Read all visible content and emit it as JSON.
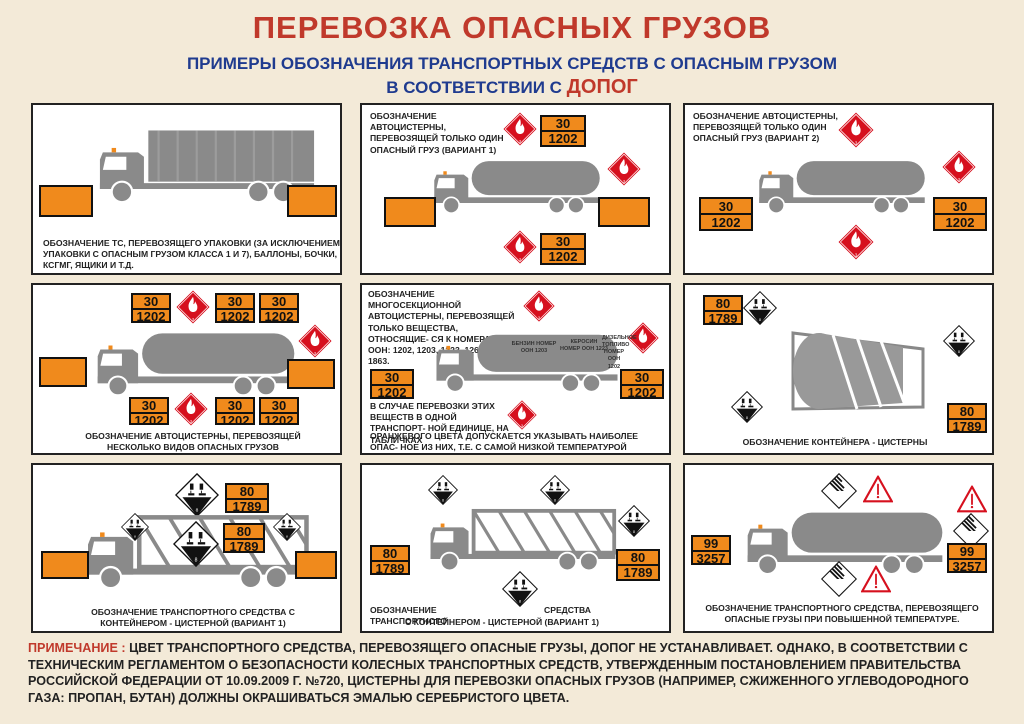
{
  "title": "ПЕРЕВОЗКА ОПАСНЫХ ГРУЗОВ",
  "subtitle_line1": "ПРИМЕРЫ ОБОЗНАЧЕНИЯ ТРАНСПОРТНЫХ СРЕДСТВ С ОПАСНЫМ ГРУЗОМ",
  "subtitle_line2_prefix": "В СООТВЕТСТВИИ С ",
  "subtitle_line2_highlight": "ДОПОГ",
  "colors": {
    "accent_red": "#c0392b",
    "subtitle_blue": "#1f3b8f",
    "plate_orange": "#f08a1c",
    "truck_gray": "#8a8a8a",
    "background": "#f3ead8"
  },
  "panels": {
    "p1": {
      "caption": "ОБОЗНАЧЕНИЕ ТС, ПЕРЕВОЗЯЩЕГО УПАКОВКИ (ЗА ИСКЛЮЧЕНИЕМ УПАКОВКИ С ОПАСНЫМ ГРУЗОМ КЛАССА 1 И 7), БАЛЛОНЫ, БОЧКИ, КСГМГ, ЯЩИКИ И Т.Д."
    },
    "p2": {
      "caption": "ОБОЗНАЧЕНИЕ АВТОЦИСТЕРНЫ, ПЕРЕВОЗЯЩЕЙ ТОЛЬКО ОДИН ОПАСНЫЙ ГРУЗ (ВАРИАНТ 1)"
    },
    "p3": {
      "caption": "ОБОЗНАЧЕНИЕ АВТОЦИСТЕРНЫ, ПЕРЕВОЗЯЩЕЙ ТОЛЬКО ОДИН ОПАСНЫЙ ГРУЗ (ВАРИАНТ 2)"
    },
    "p4": {
      "caption": "ОБОЗНАЧЕНИЕ АВТОЦИСТЕРНЫ, ПЕРЕВОЗЯЩЕЙ НЕСКОЛЬКО ВИДОВ ОПАСНЫХ ГРУЗОВ"
    },
    "p5": {
      "caption_top": "ОБОЗНАЧЕНИЕ МНОГОСЕКЦИОННОЙ АВТОЦИСТЕРНЫ, ПЕРЕВОЗЯЩЕЙ ТОЛЬКО ВЕЩЕСТВА, ОТНОСЯЩИЕ- СЯ К НОМЕРАМ ООН: 1202, 1203, 1223, 1268 ИЛИ 1863.",
      "caption_mid": "В СЛУЧАЕ ПЕРЕВОЗКИ ЭТИХ ВЕЩЕСТВ В ОДНОЙ ТРАНСПОРТ- НОЙ ЕДИНИЦЕ, НА ТАБЛИЧКАХ",
      "caption_bottom": "ОРАНЖЕВОГО ЦВЕТА ДОПУСКАЕТСЯ УКАЗЫВАТЬ НАИБОЛЕЕ ОПАС- НОЕ ИЗ НИХ, Т.Е. С САМОЙ НИЗКОЙ ТЕМПЕРАТУРОЙ ВСПЫШКИ",
      "section1": "Бензин Номер ООН 1203",
      "section2": "Керосин Номер ООН 1223",
      "section3": "Дизельное топливо Номер ООН 1202"
    },
    "p6": {
      "caption": "ОБОЗНАЧЕНИЕ КОНТЕЙНЕРА - ЦИСТЕРНЫ"
    },
    "p7": {
      "caption": "ОБОЗНАЧЕНИЕ ТРАНСПОРТНОГО СРЕДСТВА С КОНТЕЙНЕРОМ - ЦИСТЕРНОЙ (ВАРИАНТ 1)"
    },
    "p8": {
      "caption_left": "ОБОЗНАЧЕНИЕ ТРАНСПОРТНОГО",
      "caption_right": "СРЕДСТВА",
      "caption_line2": "С КОНТЕЙНЕРОМ - ЦИСТЕРНОЙ (ВАРИАНТ 1)"
    },
    "p9": {
      "caption": "ОБОЗНАЧЕНИЕ ТРАНСПОРТНОГО СРЕДСТВА, ПЕРЕВОЗЯЩЕГО ОПАСНЫЕ ГРУЗЫ ПРИ ПОВЫШЕННОЙ ТЕМПЕРАТУРЕ."
    }
  },
  "plates": {
    "flammable": {
      "hazard": "30",
      "un": "1202"
    },
    "corrosive": {
      "hazard": "80",
      "un": "1789"
    },
    "hot": {
      "hazard": "99",
      "un": "3257"
    }
  },
  "placard_class_flammable": "3",
  "placard_class_corrosive": "8",
  "placard_class_misc": "9",
  "note_label": "ПРИМЕЧАНИЕ :",
  "note_text": " ЦВЕТ ТРАНСПОРТНОГО СРЕДСТВА, ПЕРЕВОЗЯЩЕГО ОПАСНЫЕ ГРУЗЫ, ДОПОГ НЕ УСТАНАВЛИВАЕТ. ОДНАКО, В СООТВЕТСТВИИ С ТЕХНИЧЕСКИМ РЕГЛАМЕНТОМ О БЕЗОПАСНОСТИ КОЛЕСНЫХ ТРАНСПОРТНЫХ СРЕДСТВ, УТВЕРЖДЕННЫМ ПОСТАНОВЛЕНИЕМ ПРАВИТЕЛЬСТВА РОССИЙСКОЙ ФЕДЕРАЦИИ ОТ 10.09.2009 Г. №720, ЦИСТЕРНЫ ДЛЯ ПЕРЕВОЗКИ ОПАСНЫХ ГРУЗОВ (НАПРИМЕР, СЖИЖЕННОГО УГЛЕВОДОРОДНОГО ГАЗА: ПРОПАН, БУТАН) ДОЛЖНЫ ОКРАШИВАТЬСЯ ЭМАЛЬЮ СЕРЕБРИСТОГО ЦВЕТА."
}
